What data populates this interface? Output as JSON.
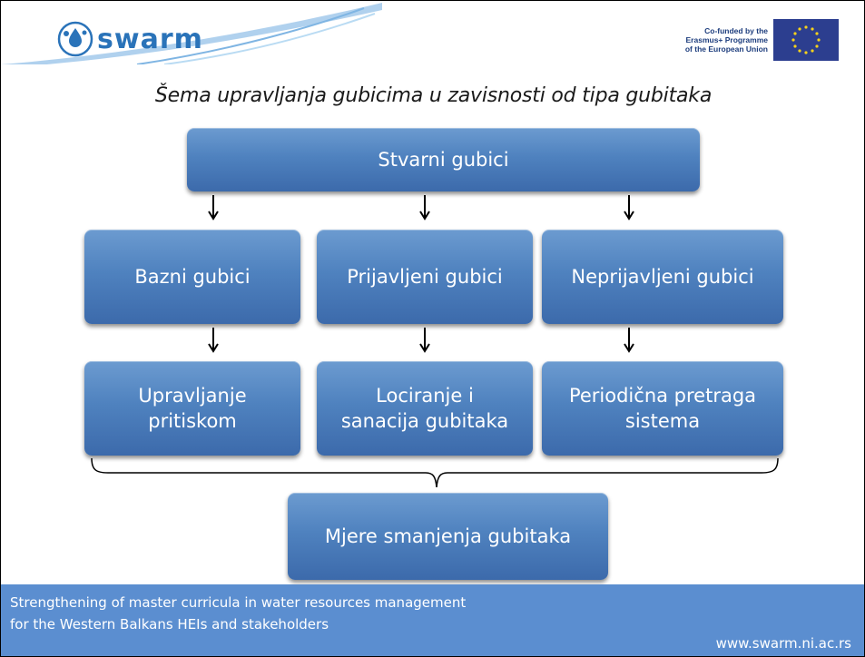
{
  "header": {
    "logo_text": "swarm",
    "eu_line1": "Co-funded by the",
    "eu_line2": "Erasmus+ Programme",
    "eu_line3": "of the European Union"
  },
  "title": "Šema upravljanja gubicima u zavisnosti od tipa gubitaka",
  "diagram": {
    "root": "Stvarni gubici",
    "types": [
      "Bazni gubici",
      "Prijavljeni gubici",
      "Neprijavljeni gubici"
    ],
    "actions": [
      {
        "line1": "Upravljanje",
        "line2": "pritiskom"
      },
      {
        "line1": "Lociranje i",
        "line2": "sanacija gubitaka"
      },
      {
        "line1": "Periodična pretraga",
        "line2": "sistema"
      }
    ],
    "result": "Mjere smanjenja gubitaka"
  },
  "footer": {
    "line1": "Strengthening of master curricula in water resources  management",
    "line2": "for the Western Balkans HEIs and stakeholders",
    "url": "www.swarm.ni.ac.rs"
  },
  "colors": {
    "box_blue": "#4f82bf",
    "footer_blue": "#5b8ed0",
    "logo_blue": "#2a73b9",
    "eu_flag": "#2c3e8f"
  }
}
